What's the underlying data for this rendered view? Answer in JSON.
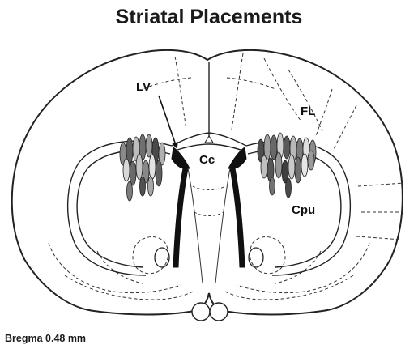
{
  "title": "Striatal Placements",
  "caption": "Bregma 0.48 mm",
  "labels": {
    "lv": "LV",
    "cc": "Cc",
    "fl": "FL",
    "cpu": "Cpu"
  }
}
